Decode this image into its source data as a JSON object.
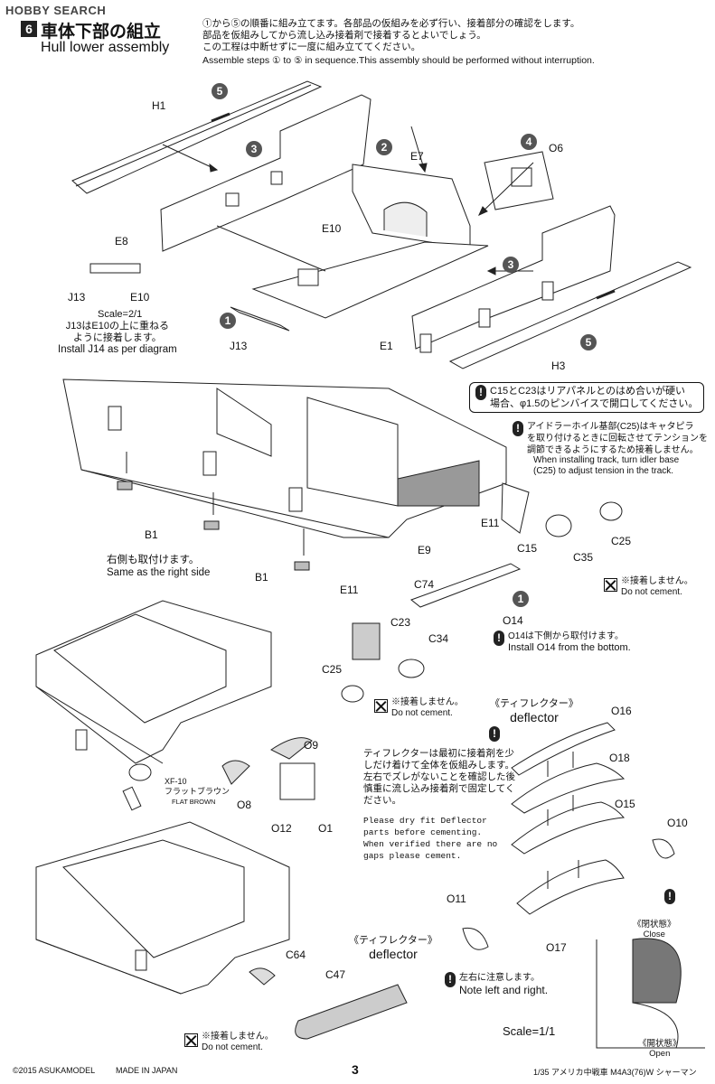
{
  "watermark": "HOBBY SEARCH",
  "step": {
    "number": "6",
    "title_jp": "車体下部の組立",
    "title_en": "Hull lower assembly",
    "instructions_jp": [
      "①から⑤の順番に組み立てます。各部品の仮組みを必ず行い、接着部分の確認をします。",
      "部品を仮組みしてから流し込み接着剤で接着するとよいでしょう。",
      "この工程は中断せずに一度に組み立ててください。"
    ],
    "instructions_en": "Assemble steps ① to ⑤ in sequence.This assembly should be performed without interruption."
  },
  "parts_top": {
    "h1": "H1",
    "e7": "E7",
    "o6": "O6",
    "e8": "E8",
    "e10": "E10",
    "e1": "E1",
    "h3": "H3",
    "j13": "J13",
    "j13b": "J13",
    "e10b": "E10"
  },
  "order_marks": {
    "m1": "5",
    "m2": "3",
    "m3": "2",
    "m4": "4",
    "m5": "3",
    "m6": "1",
    "m7": "5"
  },
  "scale_note": {
    "scale": "Scale=2/1",
    "jp": [
      "J13はE10の上に重ねる",
      "ように接着します。"
    ],
    "en": "Install J14 as per diagram"
  },
  "mid": {
    "warn_jp": [
      "C15とC23はリアパネルとのはめ合いが硬い",
      "場合、φ1.5のピンバイスで開口してください。"
    ],
    "idler_jp": [
      "アイドラーホイル基部(C25)はキャタピラ",
      "を取り付けるときに回転させてテンションを",
      "調節できるようにするため接着しません。"
    ],
    "idler_en": [
      "When installing track, turn idler base",
      "(C25) to adjust tension in the track."
    ],
    "b1": "B1",
    "b1b": "B1",
    "right_jp": "右側も取付けます。",
    "right_en": "Same as the right side",
    "e11": "E11",
    "e11b": "E11",
    "e9": "E9",
    "c74": "C74",
    "c15": "C15",
    "c35": "C35",
    "c25": "C25",
    "no_cement_jp": "※接着しません。",
    "no_cement_en": "Do not cement.",
    "o14": "O14",
    "o14_mark": "1",
    "o14_jp": "O14は下側から取付けます。",
    "o14_en": "Install O14 from the bottom."
  },
  "lower": {
    "c23": "C23",
    "c34": "C34",
    "c25": "C25",
    "no_cement_jp": "※接着しません。",
    "no_cement_en": "Do not cement.",
    "o9": "O9",
    "o8": "O8",
    "o12": "O12",
    "o1": "O1",
    "paint_code": "XF-10",
    "paint_jp": "フラットブラウン",
    "paint_en": "FLAT BROWN",
    "deflector_jp": "《ティフレクター》",
    "deflector_en": "deflector",
    "deflector_note_jp": [
      "ティフレクターは最初に接着剤を少",
      "しだけ着けて全体を仮組みします。",
      "左右でズレがないことを確認した後",
      "慎重に流し込み接着剤で固定してく",
      "ださい。"
    ],
    "deflector_note_en": [
      "Please  dry  fit  Deflector",
      "parts before cementing.",
      "When verified there are no",
      "gaps please cement."
    ],
    "o16": "O16",
    "o18": "O18",
    "o15": "O15",
    "o10": "O10",
    "o11": "O11",
    "o17": "O17"
  },
  "bottom": {
    "c64": "C64",
    "c47": "C47",
    "deflector_jp": "《ティフレクター》",
    "deflector_en": "deflector",
    "no_cement_jp": "※接着しません。",
    "no_cement_en": "Do not cement.",
    "lr_jp": "左右に注意します。",
    "lr_en": "Note left and right.",
    "scale": "Scale=1/1",
    "closed_jp": "《閉状態》",
    "closed_en": "Close",
    "open_jp": "《開状態》",
    "open_en": "Open"
  },
  "footer": {
    "copyright": "©2015 ASUKAMODEL",
    "made": "MADE IN JAPAN",
    "page": "3",
    "model": "1/35 アメリカ中戦車 M4A3(76)W シャーマン"
  }
}
